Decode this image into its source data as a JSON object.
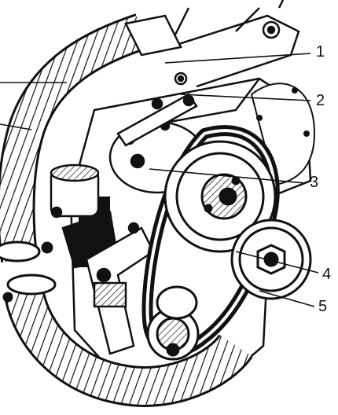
{
  "figure": {
    "ink_color": "#111111",
    "paper_color": "#ffffff",
    "callouts": [
      {
        "id": "1",
        "label": "1"
      },
      {
        "id": "2",
        "label": "2"
      },
      {
        "id": "3",
        "label": "3"
      },
      {
        "id": "4",
        "label": "4"
      },
      {
        "id": "5",
        "label": "5"
      }
    ]
  }
}
